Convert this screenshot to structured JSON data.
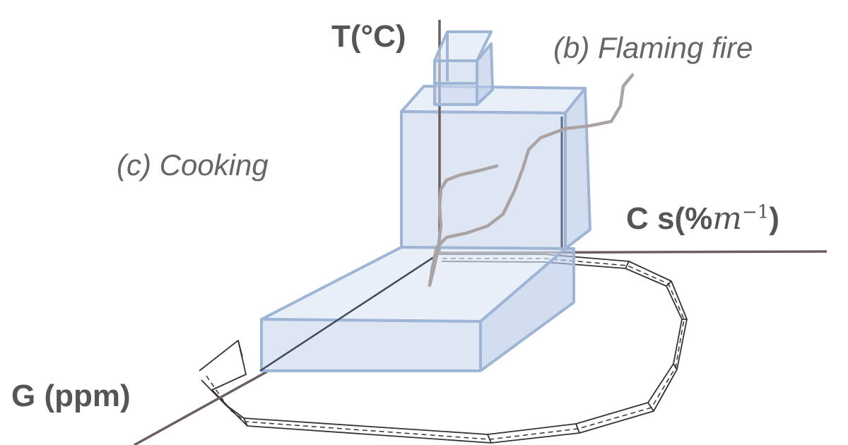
{
  "axes": {
    "temperature": "T(°C)",
    "smoke_prefix": "C s(%",
    "smoke_unit_var": "m",
    "smoke_exponent": "−1",
    "smoke_suffix": ")",
    "gas": "G (ppm)"
  },
  "regions": {
    "flaming_fire": "(b) Flaming fire",
    "cooking": "(c) Cooking"
  },
  "colors": {
    "box_fill": "#c9d7ee",
    "box_stroke": "#9fb5d5",
    "axis": "#6b5f60",
    "trajectory": "#a9a3a3"
  }
}
